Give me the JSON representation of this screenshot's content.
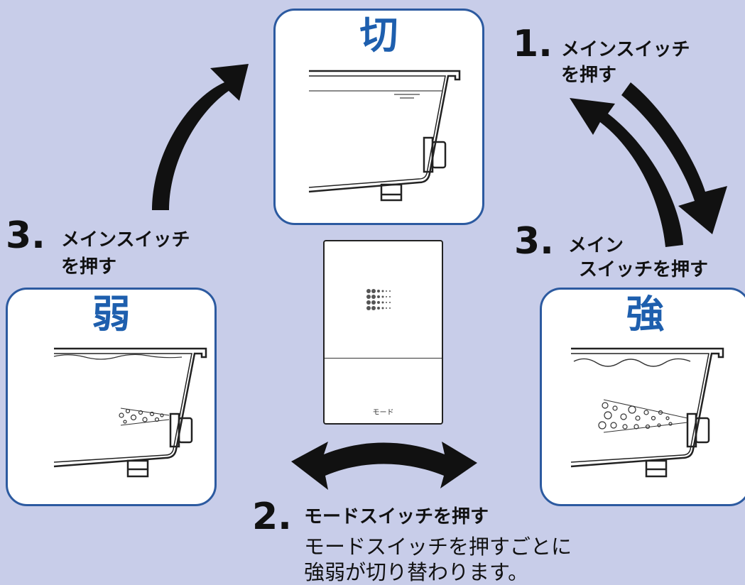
{
  "states": {
    "off": {
      "label": "切"
    },
    "weak": {
      "label": "弱"
    },
    "strong": {
      "label": "強"
    }
  },
  "steps": {
    "step1": {
      "number": "1.",
      "line1": "メインスイッチ",
      "line2": "を押す"
    },
    "step3_left": {
      "number": "3.",
      "line1": "メインスイッチ",
      "line2": "を押す"
    },
    "step3_right": {
      "number": "3.",
      "line1": "メイン",
      "line2": "スイッチを押す"
    },
    "step2": {
      "number": "2.",
      "label": "モードスイッチを押す",
      "note1": "モードスイッチを押すごとに",
      "note2": "強弱が切り替わります。"
    }
  },
  "device": {
    "button_label": "モード"
  },
  "colors": {
    "background": "#c8cde9",
    "panel_border": "#2c5aa0",
    "title": "#1e5fae",
    "arrow": "#111111"
  }
}
